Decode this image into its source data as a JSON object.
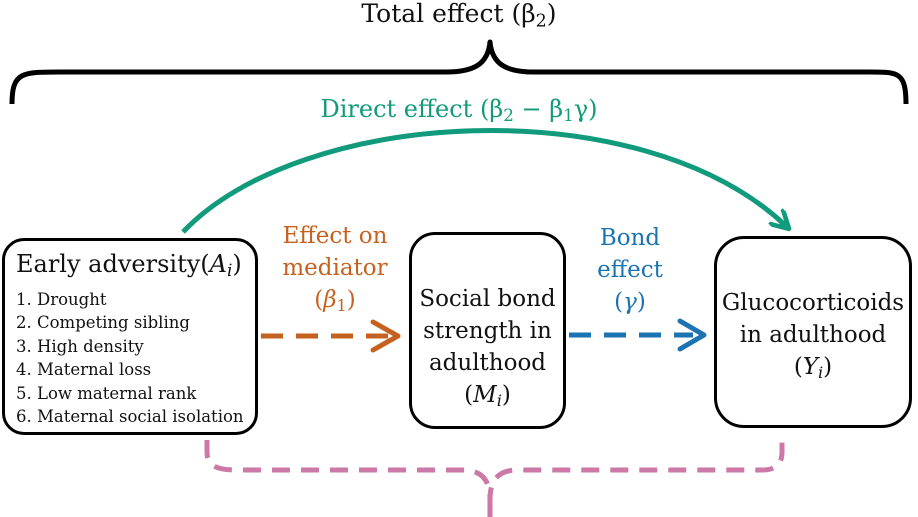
{
  "total_effect": {
    "label": "Total effect (β",
    "sub": "2",
    "close": ")"
  },
  "direct_effect": {
    "label": "Direct effect (β",
    "sub1": "2",
    "mid": " − β",
    "sub2": "1",
    "tail": "γ)"
  },
  "early_adversity": {
    "title": "Early adversity",
    "symbol": "A",
    "symbol_sub": "i",
    "items": [
      "1. Drought",
      "2. Competing sibling",
      "3. High density",
      "4. Maternal loss",
      "5. Low maternal rank",
      "6. Maternal social isolation"
    ]
  },
  "mediator_effect": {
    "line1": "Effect on",
    "line2": "mediator",
    "symbol": "β",
    "symbol_sub": "1"
  },
  "social_bond": {
    "line1": "Social bond",
    "line2": "strength in",
    "line3": "adulthood",
    "symbol": "M",
    "symbol_sub": "i"
  },
  "bond_effect": {
    "line1": "Bond",
    "line2": "effect",
    "symbol": "γ"
  },
  "glucocorticoids": {
    "line1": "Glucocorticoids",
    "line2": "in adulthood",
    "symbol": "Y",
    "symbol_sub": "i"
  },
  "colors": {
    "direct": "#119a7b",
    "mediator": "#c5621f",
    "bond": "#1b73b2",
    "indirect": "#cc79a7",
    "text": "#111111"
  }
}
